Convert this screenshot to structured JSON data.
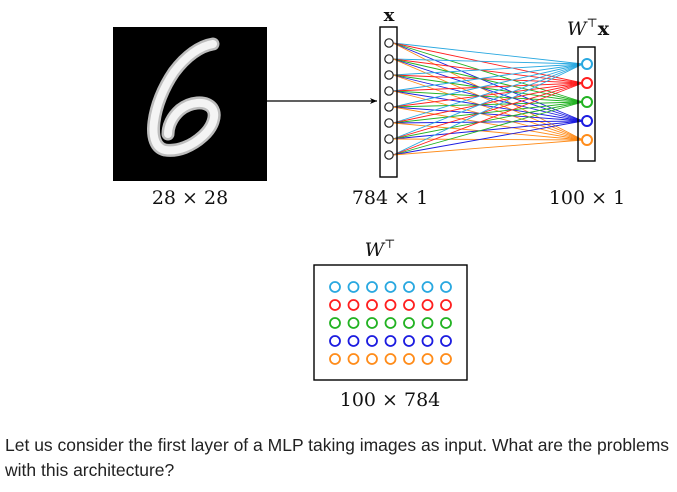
{
  "image": {
    "size_label": "28 × 28",
    "digit": "6"
  },
  "input_vector": {
    "symbol": "x",
    "size_label": "784 × 1",
    "neuron_count": 8
  },
  "output_vector": {
    "symbol_w": "W",
    "symbol_t": "⊤",
    "symbol_x": "x",
    "size_label": "100 × 1",
    "neuron_colors": [
      "#29a8e0",
      "#ff1f1f",
      "#22b222",
      "#1c1ce0",
      "#ff8c1a"
    ]
  },
  "weight_matrix": {
    "symbol_w": "W",
    "symbol_t": "⊤",
    "size_label": "100 × 784",
    "row_colors": [
      "#29a8e0",
      "#ff1f1f",
      "#22b222",
      "#1c1ce0",
      "#ff8c1a"
    ],
    "columns": 7
  },
  "caption": "Let us consider the first layer of a MLP taking images as input. What are the problems with this architecture?"
}
